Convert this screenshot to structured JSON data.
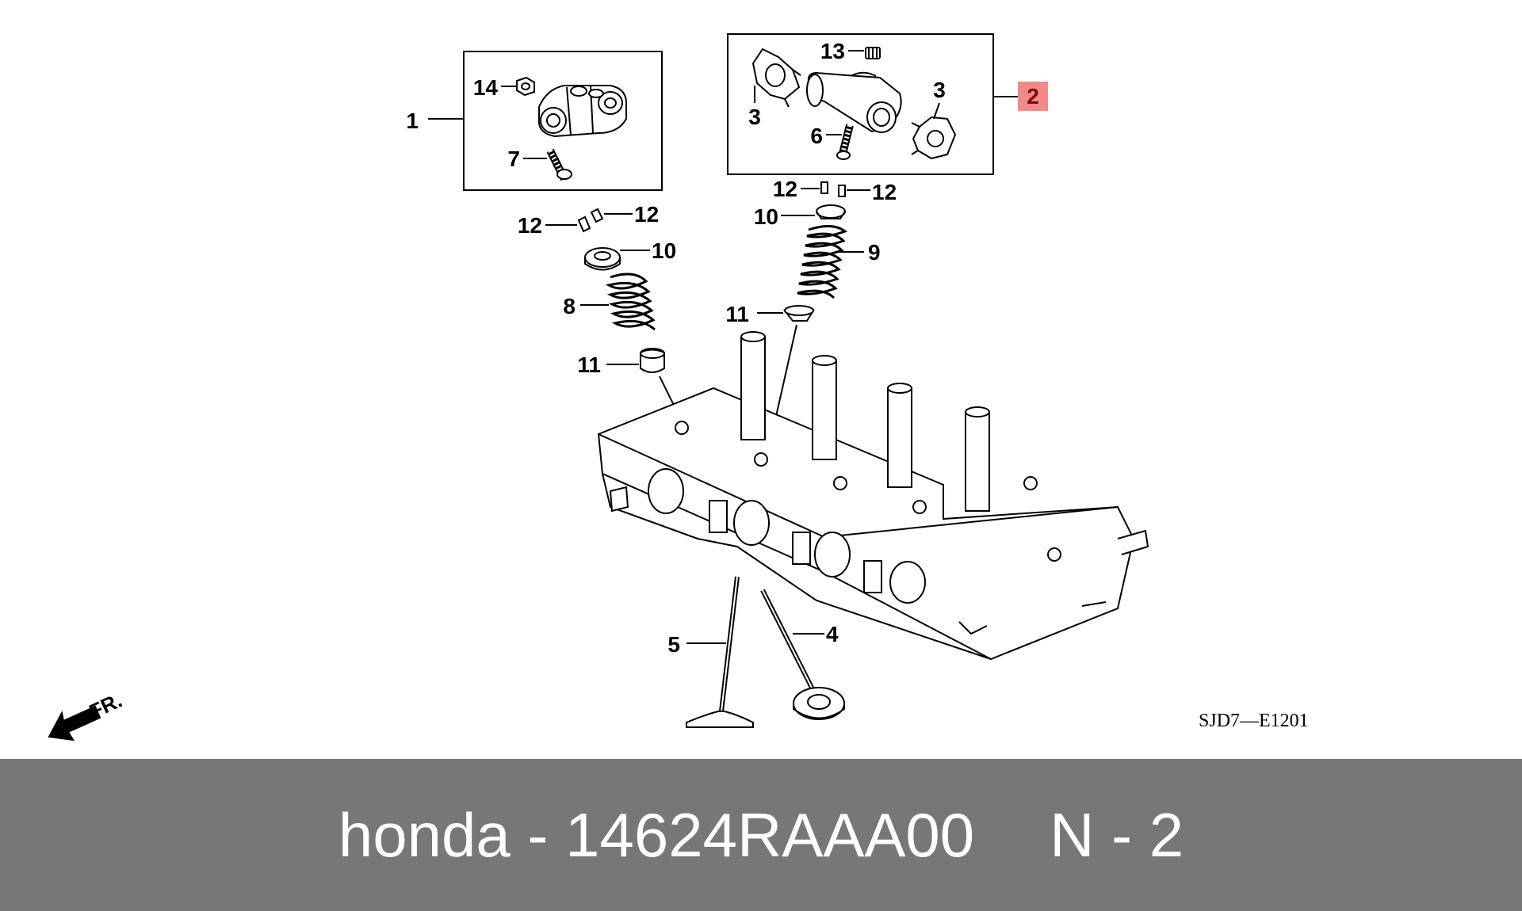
{
  "diagram": {
    "callouts": {
      "c1": "1",
      "c2": "2",
      "c3a": "3",
      "c3b": "3",
      "c4": "4",
      "c5": "5",
      "c6": "6",
      "c7": "7",
      "c8": "8",
      "c9": "9",
      "c10a": "10",
      "c10b": "10",
      "c11a": "11",
      "c11b": "11",
      "c12a": "12",
      "c12b": "12",
      "c12c": "12",
      "c12d": "12",
      "c13": "13",
      "c14": "14"
    },
    "front_label": "FR.",
    "reference_code": "SJD7—E1201",
    "highlight_color": "#f08a8a"
  },
  "footer": {
    "title": "honda - 14624RAAA00",
    "suffix": "N - 2",
    "background": "#777777"
  }
}
